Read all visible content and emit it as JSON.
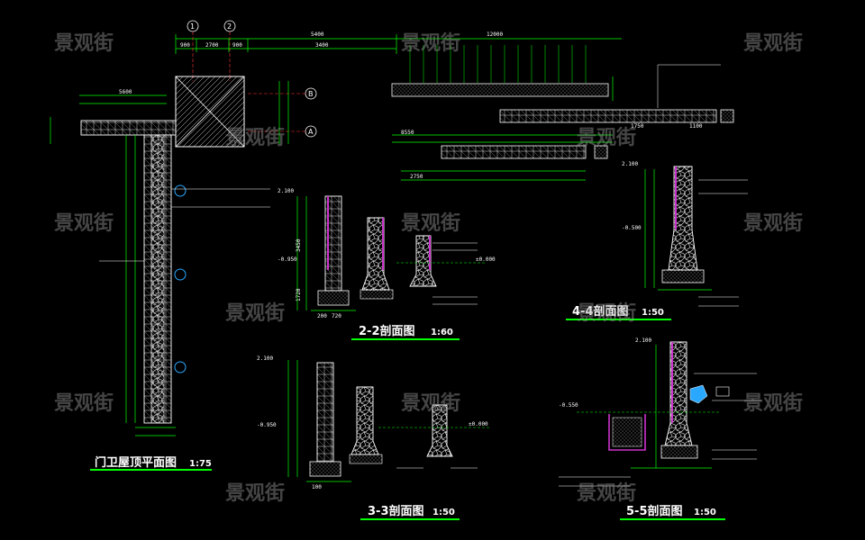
{
  "watermark": "景观街",
  "colors": {
    "background": "#000000",
    "dimension": "#00ff00",
    "wall": "#ffffff",
    "waterproof": "#cc33cc",
    "water": "#2aa8ff",
    "axis_line": "#ff3333",
    "title_underline": "#00ff00"
  },
  "titles": {
    "roof_plan": "门卫屋顶平面图",
    "roof_plan_scale": "1:75",
    "section_22": "2-2剖面图",
    "section_22_scale": "1:60",
    "section_33": "3-3剖面图",
    "section_33_scale": "1:50",
    "section_44": "4-4剖面图",
    "section_44_scale": "1:50",
    "section_55": "5-5剖面图",
    "section_55_scale": "1:50"
  },
  "axes": {
    "axis_1": "1",
    "axis_2": "2",
    "axis_a": "A",
    "axis_b": "B"
  },
  "dimensions": {
    "top_900a": "900",
    "top_2700": "2700",
    "top_900b": "900",
    "top_3400": "3400",
    "top_5400": "5400",
    "top_12000": "12000",
    "left_5600": "5600",
    "elev_2100_a": "2.100",
    "elev_0950_a": "-0.950",
    "elev_2100_b": "2.100",
    "elev_0950_b": "-0.950",
    "elev_2100_c": "2.100",
    "elev_0500_c": "-0.500",
    "elev_2100_d": "2.100",
    "elev_0550_d": "-0.550",
    "elev_0000_a": "±0.000",
    "elev_0000_b": "±0.000",
    "h_3450": "3450",
    "h_1720": "1720",
    "b_200": "200",
    "b_720": "720",
    "b_100": "100",
    "r_8550": "8550",
    "r_2750": "2750",
    "r_1750": "1750",
    "r_1100": "1100"
  }
}
